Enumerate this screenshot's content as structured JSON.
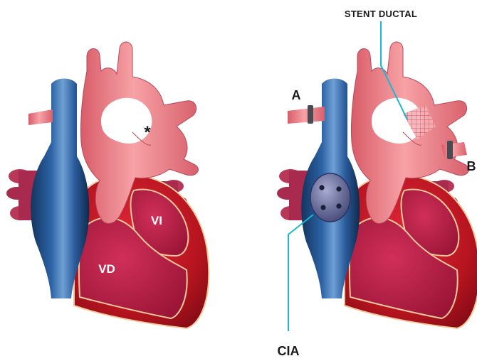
{
  "labels": {
    "vd": "VD",
    "vi": "VI",
    "asterisk": "*",
    "a": "A",
    "b": "B",
    "stent_ductal": "STENT DUCTAL",
    "cia": "CIA"
  },
  "colors": {
    "ventricle_red": "#c8182a",
    "ventricle_inner": "#b01a3c",
    "ventricle_outline": "#f0c89a",
    "artery_pink": "#f08a90",
    "vein_blue": "#1e4a82",
    "device_purple": "#6a6f9a",
    "pointer_cyan": "#1ab8d0"
  }
}
